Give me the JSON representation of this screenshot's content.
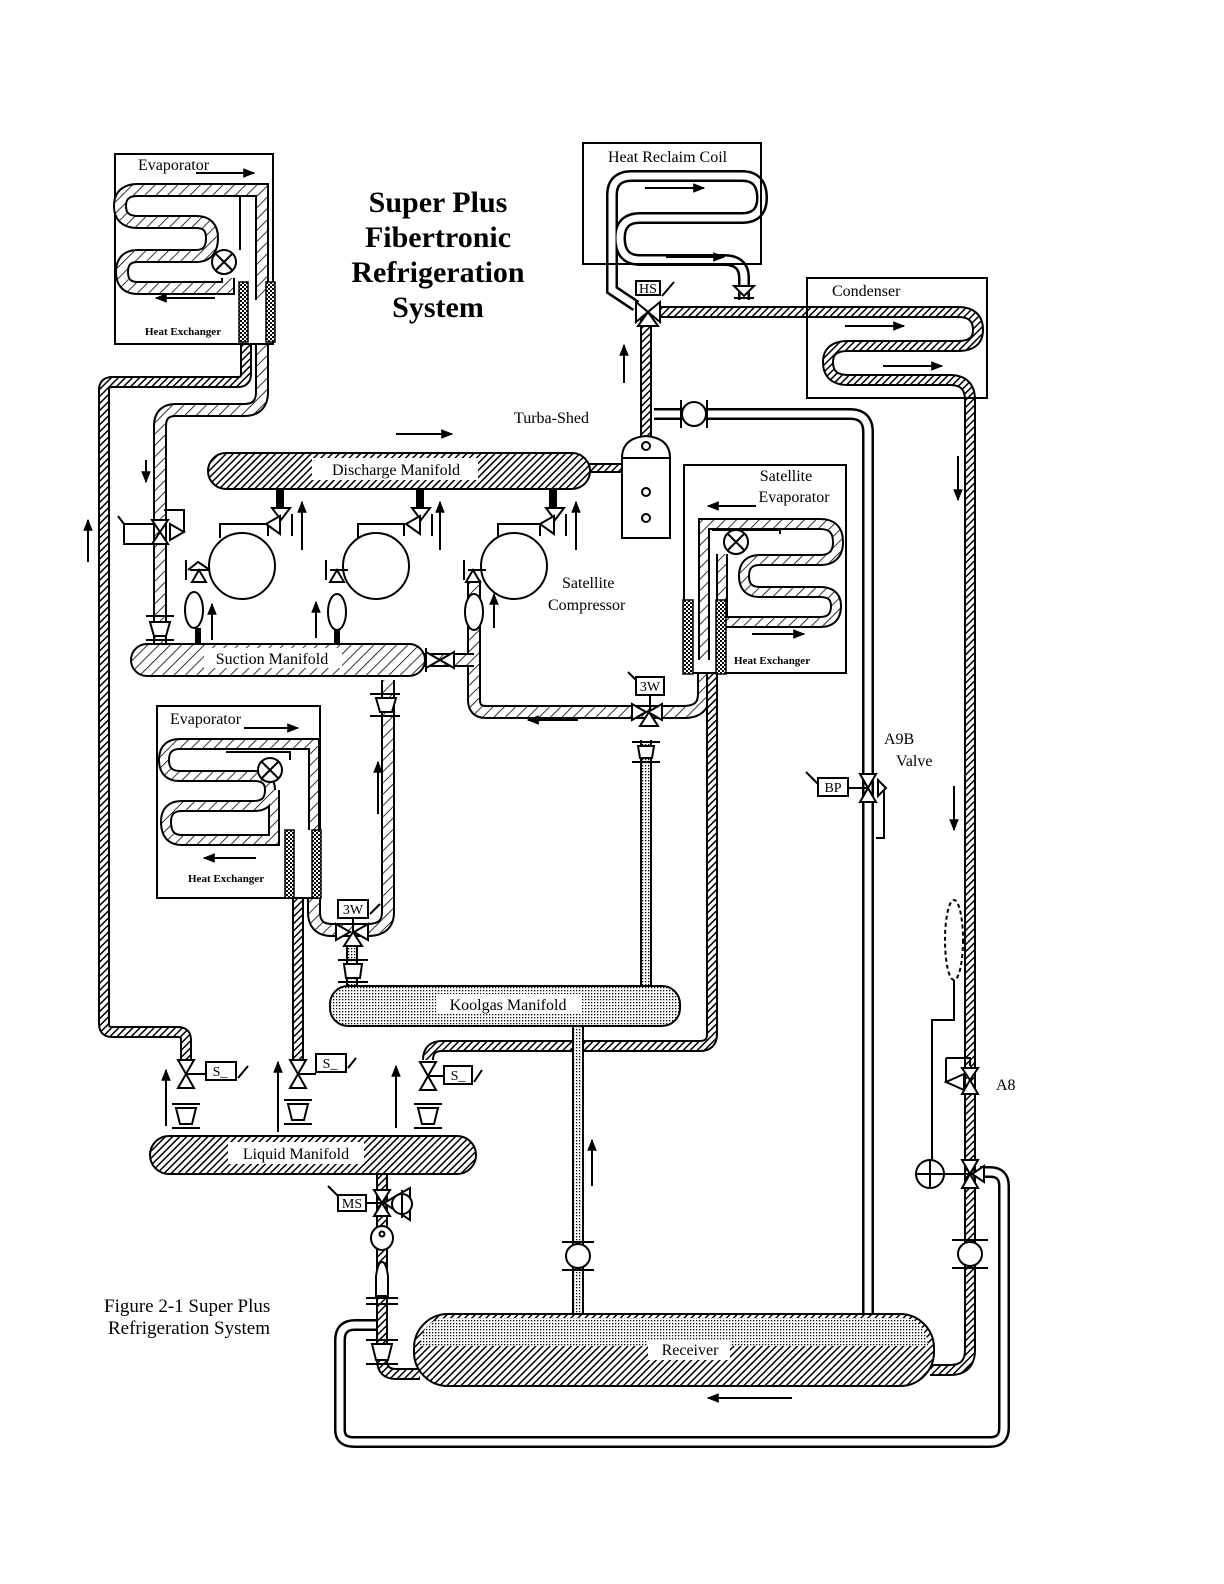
{
  "title": {
    "lines": [
      "Super Plus",
      "Fibertronic",
      "Refrigeration",
      "System"
    ]
  },
  "caption": {
    "lines": [
      "Figure 2-1   Super Plus",
      "Refrigeration System"
    ]
  },
  "components": {
    "evaporator_top": "Evaporator",
    "evaporator_top_hx": "Heat Exchanger",
    "evaporator_mid": "Evaporator",
    "evaporator_mid_hx": "Heat Exchanger",
    "satellite_evaporator_line1": "Satellite",
    "satellite_evaporator_line2": "Evaporator",
    "satellite_evaporator_hx": "Heat Exchanger",
    "heat_reclaim_coil": "Heat Reclaim Coil",
    "condenser": "Condenser",
    "turba_shed": "Turba-Shed",
    "discharge_manifold": "Discharge Manifold",
    "suction_manifold": "Suction Manifold",
    "koolgas_manifold": "Koolgas Manifold",
    "liquid_manifold": "Liquid Manifold",
    "receiver": "Receiver",
    "satellite_compressor_line1": "Satellite",
    "satellite_compressor_line2": "Compressor",
    "a9b_line1": "A9B",
    "a9b_line2": "Valve",
    "a8": "A8"
  },
  "valve_tags": {
    "hs": "HS",
    "bp": "BP",
    "ms": "MS",
    "three_way_upper": "3W",
    "three_way_lower": "3W",
    "solenoid_1": "S_",
    "solenoid_2": "S_",
    "solenoid_3": "S_"
  },
  "colors": {
    "ink": "#000000",
    "paper": "#ffffff"
  }
}
